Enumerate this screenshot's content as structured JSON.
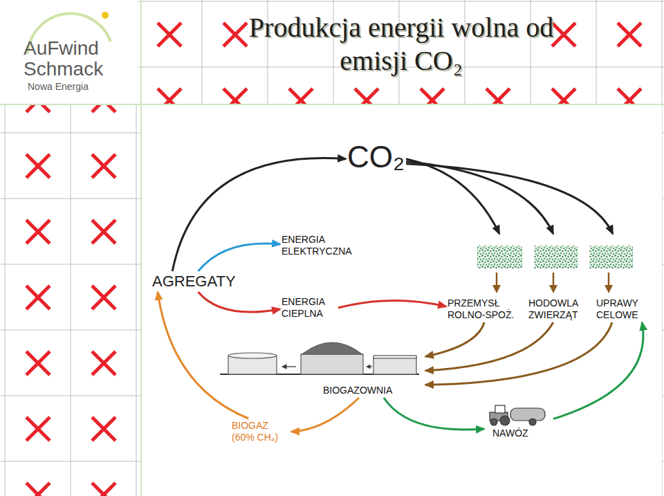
{
  "diagram": {
    "title": "Produkcja energii wolna od emisji CO₂",
    "nodes": [
      {
        "text": [
          "CO₂"
        ]
      },
      {
        "text": [
          "ENERGIA ELEKTRYCZNA"
        ]
      },
      {
        "text": [
          "AGREGATY"
        ]
      },
      {
        "text": [
          "ENERGIA CIEPLNA"
        ]
      },
      {
        "text": [
          "PRZEMYSŁ ROLNO-SPOŻ."
        ]
      },
      {
        "text": [
          "HODOWLA ZWIERZĄT"
        ]
      },
      {
        "text": [
          "UPRAWY CELOWE"
        ]
      },
      {
        "text": [
          "BIOGAZOWNIA"
        ]
      },
      {
        "text": [
          "BIOGAZ (60% CH₄)"
        ]
      },
      {
        "text": [
          "NAWÓZ"
        ]
      }
    ],
    "edges": [
      {
        "from": 2,
        "to": 0,
        "arrow": "to"
      },
      {
        "from": 0,
        "to": 4,
        "arrow": "to"
      },
      {
        "from": 0,
        "to": 5,
        "arrow": "to"
      },
      {
        "from": 0,
        "to": 6,
        "arrow": "to"
      },
      {
        "from": 2,
        "to": 1,
        "arrow": "to"
      },
      {
        "from": 2,
        "to": 3,
        "arrow": "to"
      },
      {
        "from": 3,
        "to": 4,
        "arrow": "to"
      },
      {
        "from": 4,
        "to": 7,
        "arrow": "to"
      },
      {
        "from": 5,
        "to": 7,
        "arrow": "to"
      },
      {
        "from": 6,
        "to": 7,
        "arrow": "to"
      },
      {
        "from": 7,
        "to": 8,
        "arrow": "to"
      },
      {
        "from": 8,
        "to": 2,
        "arrow": "to"
      },
      {
        "from": 7,
        "to": 9,
        "arrow": "to"
      },
      {
        "from": 9,
        "to": 6,
        "arrow": "to"
      }
    ],
    "labels": [
      "AuFwind",
      "Schmack",
      "Nowa Energia"
    ]
  }
}
